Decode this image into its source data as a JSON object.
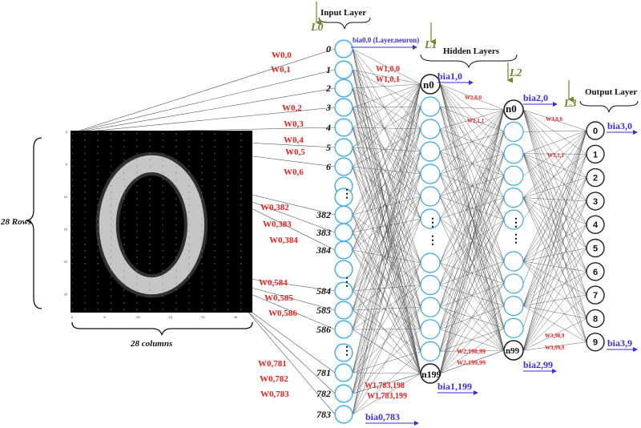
{
  "labels": {
    "input_layer": "Input Layer",
    "hidden_layers": "Hidden Layers",
    "output_layer": "Output Layer",
    "l0": "L0",
    "l1": "L1",
    "l2": "L2",
    "l3": "L3",
    "rows": "28 Rows",
    "columns": "28 columns",
    "bias_input_top": "bia0,0 (Layer,neuron)",
    "bias_input_bottom": "bia0,783",
    "bias_h1_top": "bia1,0",
    "bias_h1_bottom": "bia1,199",
    "bias_h2_top": "bia2,0",
    "bias_h2_bottom": "bia2,99",
    "bias_out_top": "bia3,0",
    "bias_out_bottom": "bia3,9",
    "h1_top_node": "n0",
    "h1_bottom_node": "n199",
    "h2_top_node": "n0",
    "h2_bottom_node": "n99",
    "dots": "⋮"
  },
  "input_indices": [
    "0",
    "1",
    "2",
    "3",
    "4",
    "5",
    "6",
    "382",
    "383",
    "384",
    "584",
    "585",
    "586",
    "781",
    "782",
    "783"
  ],
  "output_indices": [
    "0",
    "1",
    "2",
    "3",
    "4",
    "5",
    "6",
    "7",
    "8",
    "9"
  ],
  "input_weights": [
    "W0,0",
    "W0,1",
    "W0,2",
    "W0,3",
    "W0,4",
    "W0,5",
    "W0,6",
    "W0,382",
    "W0,383",
    "W0,384",
    "W0,584",
    "W0,585",
    "W0,586",
    "W0,781",
    "W0,782",
    "W0,783"
  ],
  "hidden_weights": {
    "w100": "W1,0,0",
    "w101": "W1,0,1",
    "w200": "W2,0,0",
    "w211": "W2,1,1",
    "w300": "W3,0,0",
    "w311": "W3,1,1",
    "w1783198": "W1,783,198",
    "w1783199": "W1,783,199",
    "w2198": "W2,198,99",
    "w2199": "W2,199,99",
    "w398": "W3,98,9",
    "w399": "W3,99,9"
  },
  "image_ticks": {
    "x": [
      "0",
      "5",
      "10",
      "15",
      "20",
      "25"
    ],
    "y": [
      "0",
      "5",
      "10",
      "15",
      "20",
      "25"
    ]
  },
  "colors": {
    "input_node": "#3aa7e0",
    "hidden_node": "#3aa7e0",
    "output_node": "#222222",
    "red_label": "#e8231f",
    "blue_label": "#3a2fd8",
    "green_label": "#6b8a2a"
  }
}
